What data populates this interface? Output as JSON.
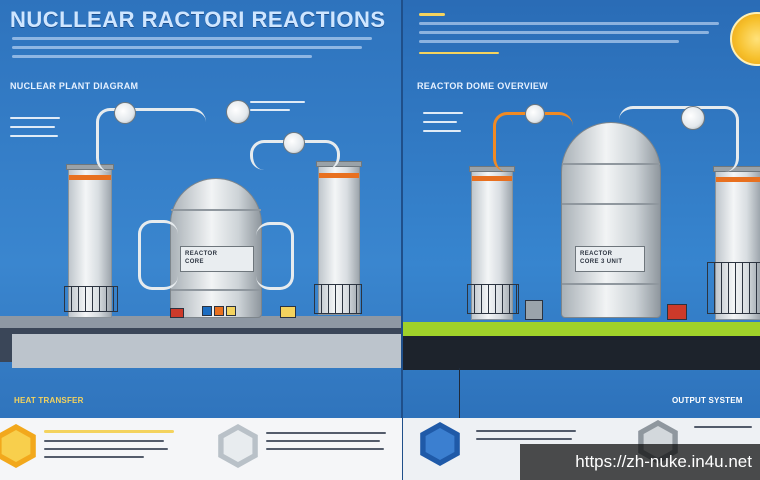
{
  "title": "NUCLLEAR RACTORI REACTIONS",
  "left_subhead": "NUCLEAR PLANT DIAGRAM",
  "right_subhead": "REACTOR DOME OVERVIEW",
  "left_plate": [
    "REACTOR",
    "CORE"
  ],
  "right_plate": [
    "REACTOR",
    "CORE 3 UNIT"
  ],
  "bottom_left_tag": "HEAT TRANSFER",
  "bottom_right_tag": "OUTPUT SYSTEM",
  "watermark": "https://zh-nuke.in4u.net",
  "icons": [
    "atom-hex-icon",
    "molecule-hex-icon",
    "factory-hex-icon",
    "mountain-hex-icon",
    "sun-icon"
  ],
  "colors": {
    "sky": "#2f6fb6",
    "accent_yellow": "#f4d35e",
    "accent_orange": "#e8701f",
    "ground_green": "#9fd12a",
    "dark": "#2b3340"
  }
}
